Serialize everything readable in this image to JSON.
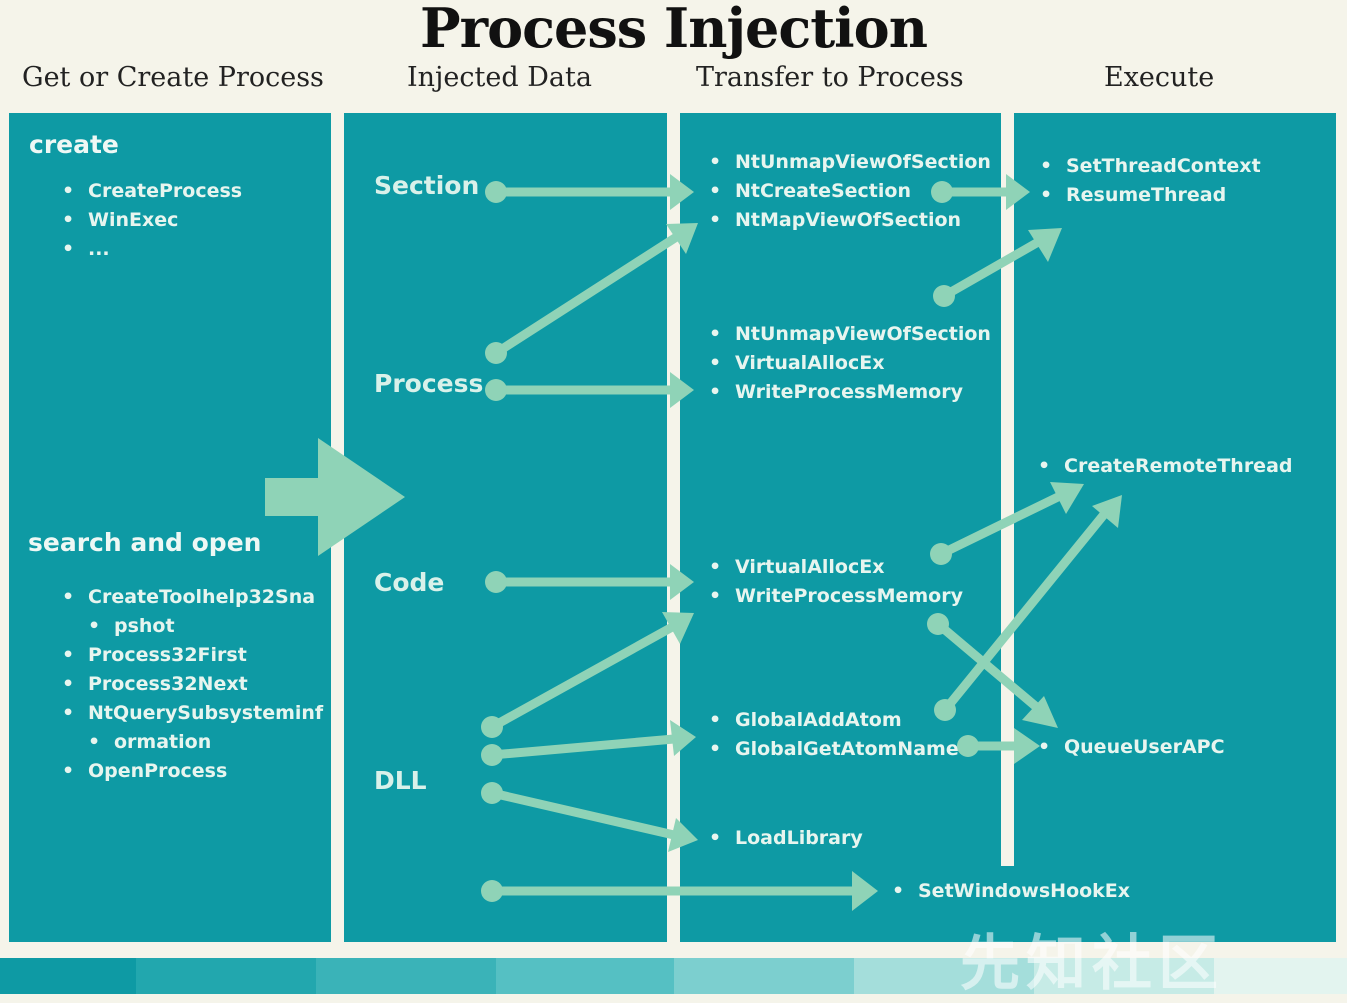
{
  "title": "Process Injection",
  "columns": [
    "Get or Create Process",
    "Injected Data",
    "Transfer to Process",
    "Execute"
  ],
  "get_process": {
    "create_heading": "create",
    "create_items": [
      "CreateProcess",
      "WinExec",
      "..."
    ],
    "search_heading": "search and open",
    "search_items": [
      "CreateToolhelp32Sna",
      "pshot",
      "Process32First",
      "Process32Next",
      "NtQuerySubsysteminf",
      "ormation",
      "OpenProcess"
    ]
  },
  "injected_data": [
    "Section",
    "Process",
    "Code",
    "DLL"
  ],
  "transfer": {
    "section_group": [
      "NtUnmapViewOfSection",
      "NtCreateSection",
      "NtMapViewOfSection"
    ],
    "process_group": [
      "NtUnmapViewOfSection",
      "VirtualAllocEx",
      "WriteProcessMemory"
    ],
    "code_group": [
      "VirtualAllocEx",
      "WriteProcessMemory"
    ],
    "atom_group": [
      "GlobalAddAtom",
      "GlobalGetAtomName"
    ],
    "loadlib_group": [
      "LoadLibrary"
    ],
    "hook": "SetWindowsHookEx"
  },
  "execute": {
    "thread_group": [
      "SetThreadContext",
      "ResumeThread"
    ],
    "remote": "CreateRemoteThread",
    "apc": "QueueUserAPC"
  },
  "watermark": "先知社区",
  "colors": {
    "panel": "#0e9aa4",
    "arrow": "#8fd3b7",
    "background": "#f5f4ea"
  }
}
